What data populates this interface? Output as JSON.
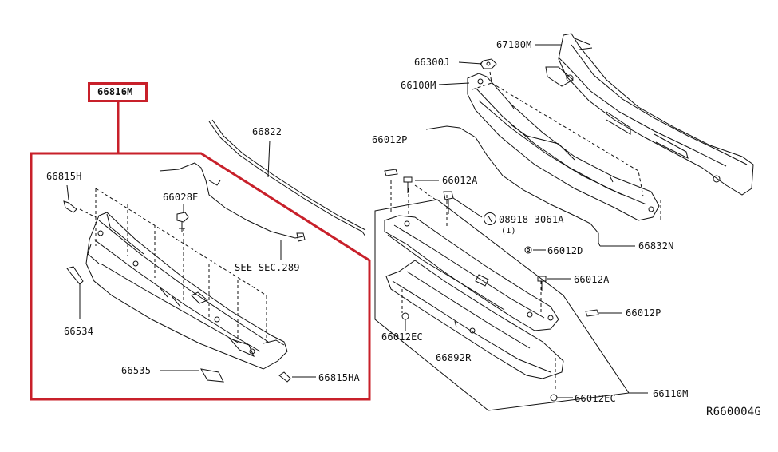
{
  "labels": {
    "p66816M": "66816M",
    "p66815H": "66815H",
    "p66028E": "66028E",
    "p66822": "66822",
    "seeSec": "SEE SEC.289",
    "p66534": "66534",
    "p66535": "66535",
    "p66815HA": "66815HA",
    "p67100M": "67100M",
    "p66300J": "66300J",
    "p66100M": "66100M",
    "p66012P_top": "66012P",
    "p66012A_top": "66012A",
    "n_mark": "N",
    "p08918": "08918-3061A",
    "qty1": "(1)",
    "p66012D": "66012D",
    "p66832N": "66832N",
    "p66012A_mid": "66012A",
    "p66012P_right": "66012P",
    "p66012EC_left": "66012EC",
    "p66892R": "66892R",
    "p66012EC_bottom": "66012EC",
    "p66110M": "66110M",
    "refCode": "R660004G"
  },
  "colors": {
    "highlight": "#c8202a",
    "line": "#111111",
    "background": "#ffffff"
  }
}
